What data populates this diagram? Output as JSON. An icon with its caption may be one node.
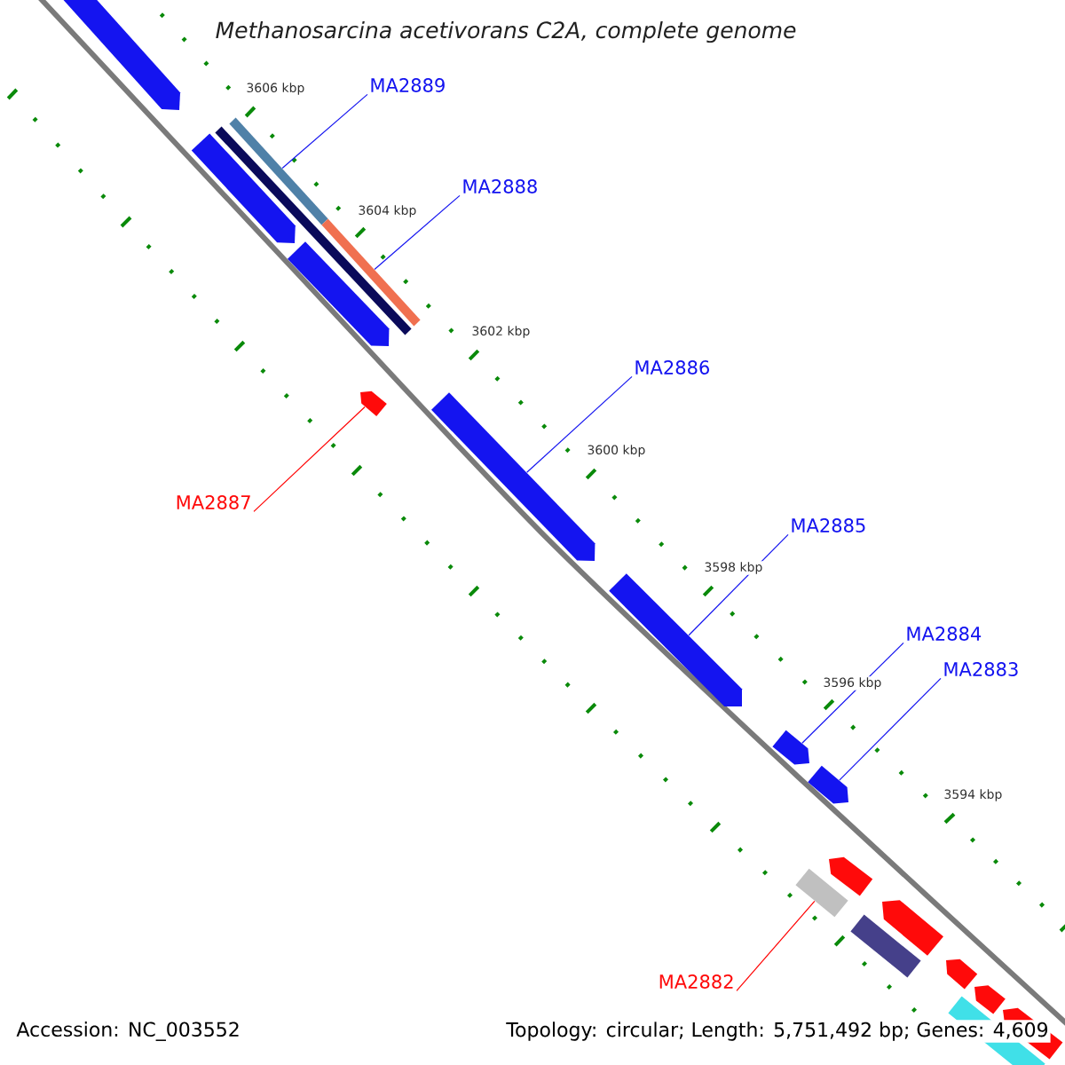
{
  "diagram": {
    "title": "*Methanosarcina acetivorans* C2A, complete genome",
    "nodes": [
      {
        "text": [
          "MA2889"
        ]
      },
      {
        "text": [
          "MA2888"
        ]
      },
      {
        "text": [
          "MA2886"
        ]
      },
      {
        "text": [
          "MA2887"
        ]
      },
      {
        "text": [
          "MA2885"
        ]
      },
      {
        "text": [
          "MA2884"
        ]
      },
      {
        "text": [
          "MA2883"
        ]
      },
      {
        "text": [
          "MA2882"
        ]
      },
      {
        "text": [],
        "shape": "pentagon"
      },
      {
        "text": [],
        "shape": "bar"
      },
      {
        "text": [],
        "shape": "bar"
      },
      {
        "text": [],
        "shape": "pentagon"
      },
      {
        "text": [],
        "shape": "bar"
      },
      {
        "text": [],
        "shape": "pentagon"
      },
      {
        "text": [],
        "shape": "pentagon"
      },
      {
        "text": [],
        "shape": "pentagon"
      },
      {
        "text": [],
        "shape": "pentagon"
      },
      {
        "text": [],
        "shape": "pentagon"
      },
      {
        "text": [],
        "shape": "pentagon"
      },
      {
        "text": [],
        "shape": "pentagon"
      },
      {
        "text": [],
        "shape": "bar"
      },
      {
        "text": [],
        "shape": "pentagon"
      },
      {
        "text": [],
        "shape": "bar"
      },
      {
        "text": [],
        "shape": "pentagon"
      },
      {
        "text": [],
        "shape": "pentagon"
      },
      {
        "text": [],
        "shape": "bar"
      },
      {
        "text": [],
        "shape": "pentagon"
      }
    ],
    "edges": [
      {
        "from": 0,
        "to": 9,
        "arrow": "none"
      },
      {
        "from": 1,
        "to": 12,
        "arrow": "none"
      },
      {
        "from": 2,
        "to": 15,
        "arrow": "none"
      },
      {
        "from": 3,
        "to": 14,
        "arrow": "none",
        "color": "#ff0000"
      },
      {
        "from": 4,
        "to": 16,
        "arrow": "none"
      },
      {
        "from": 5,
        "to": 17,
        "arrow": "none"
      },
      {
        "from": 6,
        "to": 18,
        "arrow": "none"
      },
      {
        "from": 7,
        "to": 20,
        "arrow": "none",
        "color": "#ff0000"
      }
    ],
    "labels": [
      "3606 kbp",
      "3604 kbp",
      "3602 kbp",
      "3600 kbp",
      "3598 kbp",
      "3596 kbp",
      "3594 kbp",
      "Accession: NC_003552",
      "Topology: circular; Length: 5,751,492 bp; Genes: 4,609"
    ]
  }
}
